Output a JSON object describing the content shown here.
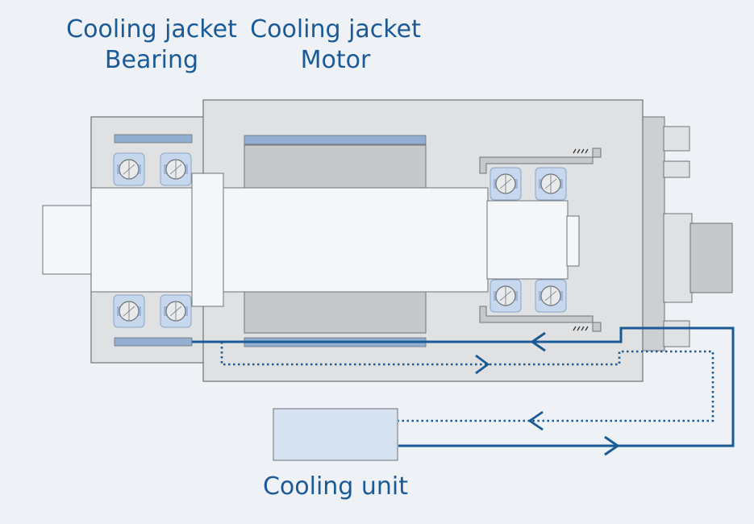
{
  "labels": {
    "jacket_bearing_line1": "Cooling jacket",
    "jacket_bearing_line2": "Bearing",
    "jacket_motor_line1": "Cooling jacket",
    "jacket_motor_line2": "Motor",
    "cooling_unit": "Cooling unit"
  },
  "colors": {
    "background": "#eef2f7",
    "housing": "#dfe1e3",
    "outline": "#6f7378",
    "shaft": "#f5f6f7",
    "winding": "#c6c8cb",
    "jacket_fill": "#92aed0",
    "bearing_fill": "#c7d8ee",
    "coolant_line": "#1a5a96",
    "cooling_unit_fill": "#d6e2f1"
  },
  "flow": {
    "supply_line": "solid",
    "return_line": "dotted"
  }
}
